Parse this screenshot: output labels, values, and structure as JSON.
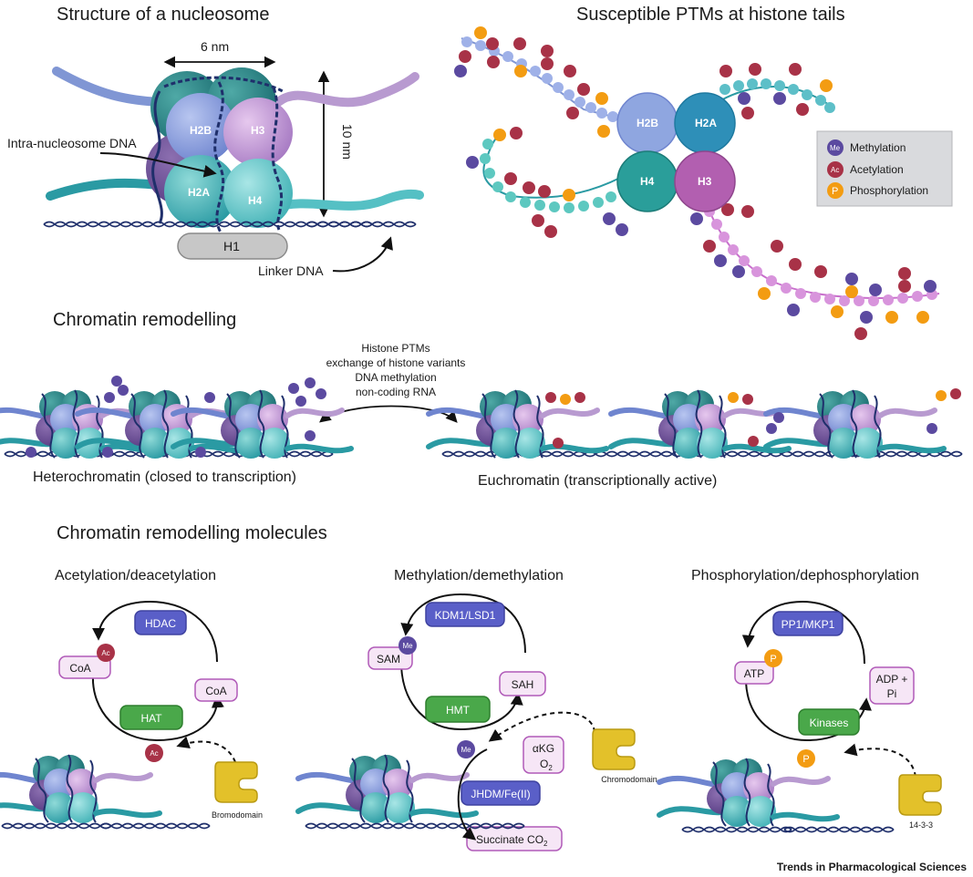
{
  "titles": {
    "nucleosome": "Structure of a nucleosome",
    "ptms": "Susceptible PTMs at histone tails",
    "remodelling": "Chromatin remodelling",
    "molecules": "Chromatin remodelling molecules"
  },
  "nucleosome": {
    "width_label": "6 nm",
    "height_label": "10 nm",
    "intra_dna": "Intra-nucleosome DNA",
    "linker_dna": "Linker DNA",
    "h1": "H1",
    "h2b": "H2B",
    "h3": "H3",
    "h2a": "H2A",
    "h4": "H4"
  },
  "ptm_core": {
    "h2b": "H2B",
    "h2a": "H2A",
    "h4": "H4",
    "h3": "H3"
  },
  "legend": {
    "me": "Me",
    "ac": "Ac",
    "p": "P",
    "methylation": "Methylation",
    "acetylation": "Acetylation",
    "phosphorylation": "Phosphorylation"
  },
  "remodelling": {
    "drivers": [
      "Histone PTMs",
      "exchange of histone variants",
      "DNA methylation",
      "non-coding RNA"
    ],
    "heterochromatin": "Heterochromatin (closed to transcription)",
    "euchromatin": "Euchromatin (transcriptionally active)"
  },
  "acetyl": {
    "title": "Acetylation/deacetylation",
    "hdac": "HDAC",
    "hat": "HAT",
    "coa_left": "CoA",
    "coa_right": "CoA",
    "ac": "Ac",
    "ac_tail": "Ac",
    "reader": "Bromodomain"
  },
  "methyl": {
    "title": "Methylation/demethylation",
    "kdm": "KDM1/LSD1",
    "hmt": "HMT",
    "jhdm": "JHDM/Fe(II)",
    "sam": "SAM",
    "sah": "SAH",
    "me": "Me",
    "me_tail": "Me",
    "akg": "αKG",
    "o2": "O",
    "o2_sub": "2",
    "succinate": "Succinate CO",
    "succinate_sub": "2",
    "reader": "Chromodomain"
  },
  "phospho": {
    "title": "Phosphorylation/dephosphorylation",
    "pp1": "PP1/MKP1",
    "kinases": "Kinases",
    "atp": "ATP",
    "adp": "ADP +",
    "pi": "Pi",
    "p": "P",
    "p_tail": "P",
    "reader": "14-3-3"
  },
  "footer": "Trends in Pharmacological Sciences",
  "colors": {
    "methyl": "#5b4aa0",
    "acetyl": "#a83247",
    "phospho": "#f39c12",
    "enzyme": "#5a5fc8",
    "enzyme_green": "#4aa84a",
    "mol_fill": "#f6e6f6",
    "mol_stroke": "#b05ab8",
    "reader": "#e3c12a"
  }
}
